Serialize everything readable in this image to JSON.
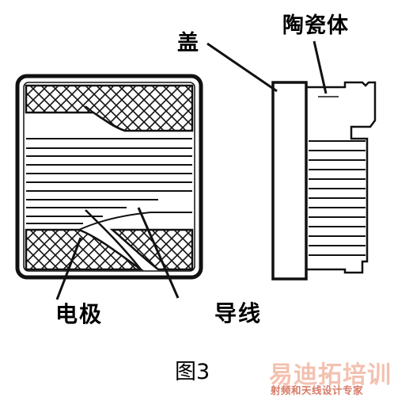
{
  "labels": {
    "ceramic_body": "陶瓷体",
    "cap": "盖",
    "electrode": "电极",
    "wire": "导线"
  },
  "caption": "图3",
  "watermark": {
    "main": "易迪拓培训",
    "sub": "射频和天线设计专家"
  },
  "colors": {
    "ink": "#111111",
    "watermark_main": "#f3c1b0",
    "watermark_sub": "#d77b66"
  }
}
